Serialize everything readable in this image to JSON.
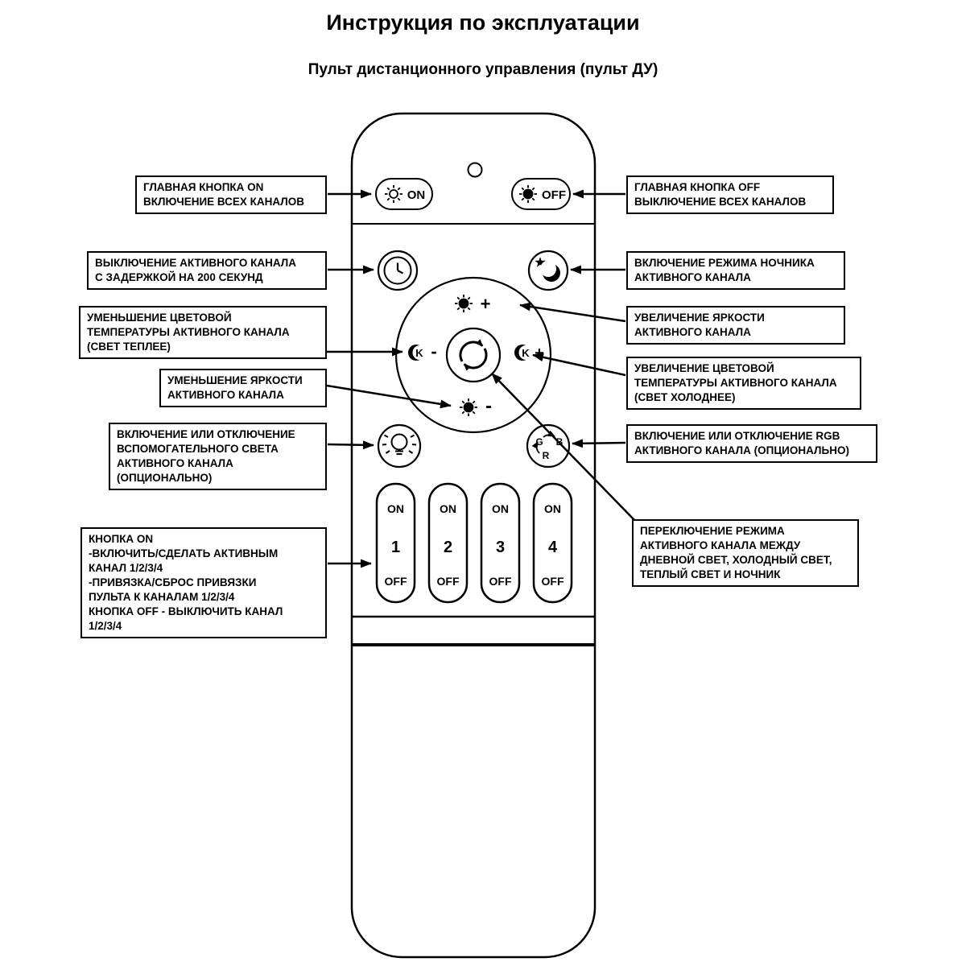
{
  "page": {
    "title": "Инструкция по эксплуатации",
    "subtitle": "Пульт дистанционного управления (пульт ДУ)"
  },
  "remote": {
    "main_on": "ON",
    "main_off": "OFF",
    "brightness_plus": "+",
    "brightness_minus": "-",
    "k_minus": {
      "letter": "K",
      "sign": "-"
    },
    "k_plus": {
      "letter": "K",
      "sign": "+"
    },
    "rgb": {
      "g": "G",
      "r": "R",
      "b": "B"
    },
    "channels": [
      {
        "on": "ON",
        "number": "1",
        "off": "OFF"
      },
      {
        "on": "ON",
        "number": "2",
        "off": "OFF"
      },
      {
        "on": "ON",
        "number": "3",
        "off": "OFF"
      },
      {
        "on": "ON",
        "number": "4",
        "off": "OFF"
      }
    ]
  },
  "icons": {
    "main_on": "sun-outline",
    "main_off": "sun-filled",
    "timer": "clock",
    "night_mode": "moon-and-star",
    "brightness_up": "sun-plus",
    "brightness_down": "sun-minus",
    "temp_down": "kelvin-minus",
    "temp_up": "kelvin-plus",
    "mode_cycle": "cycle-arrows",
    "aux_light": "bulb",
    "rgb": "rgb-cycle"
  },
  "callouts": {
    "left": [
      "ГЛАВНАЯ КНОПКА ON\nВКЛЮЧЕНИЕ ВСЕХ КАНАЛОВ",
      "ВЫКЛЮЧЕНИЕ АКТИВНОГО КАНАЛА\nС ЗАДЕРЖКОЙ НА 200 СЕКУНД",
      "УМЕНЬШЕНИЕ ЦВЕТОВОЙ\nТЕМПЕРАТУРЫ АКТИВНОГО КАНАЛА\n(СВЕТ ТЕПЛЕЕ)",
      "УМЕНЬШЕНИЕ ЯРКОСТИ\nАКТИВНОГО КАНАЛА",
      "ВКЛЮЧЕНИЕ ИЛИ ОТКЛЮЧЕНИЕ\nВСПОМОГАТЕЛЬНОГО СВЕТА\nАКТИВНОГО КАНАЛА\n(ОПЦИОНАЛЬНО)",
      "КНОПКА ON\n-ВКЛЮЧИТЬ/СДЕЛАТЬ АКТИВНЫМ\nКАНАЛ 1/2/3/4\n-ПРИВЯЗКА/СБРОС ПРИВЯЗКИ\nПУЛЬТА К КАНАЛАМ 1/2/3/4\nКНОПКА OFF - ВЫКЛЮЧИТЬ КАНАЛ\n1/2/3/4"
    ],
    "right": [
      "ГЛАВНАЯ КНОПКА OFF\nВЫКЛЮЧЕНИЕ ВСЕХ КАНАЛОВ",
      "ВКЛЮЧЕНИЕ РЕЖИМА НОЧНИКА\nАКТИВНОГО КАНАЛА",
      "УВЕЛИЧЕНИЕ ЯРКОСТИ\nАКТИВНОГО КАНАЛА",
      "УВЕЛИЧЕНИЕ ЦВЕТОВОЙ\nТЕМПЕРАТУРЫ АКТИВНОГО КАНАЛА\n(СВЕТ ХОЛОДНЕЕ)",
      "ВКЛЮЧЕНИЕ ИЛИ ОТКЛЮЧЕНИЕ RGB\nАКТИВНОГО КАНАЛА (ОПЦИОНАЛЬНО)",
      "ПЕРЕКЛЮЧЕНИЕ РЕЖИМА\nАКТИВНОГО КАНАЛА МЕЖДУ\nДНЕВНОЙ СВЕТ, ХОЛОДНЫЙ СВЕТ,\nТЕПЛЫЙ СВЕТ И НОЧНИК"
    ]
  }
}
